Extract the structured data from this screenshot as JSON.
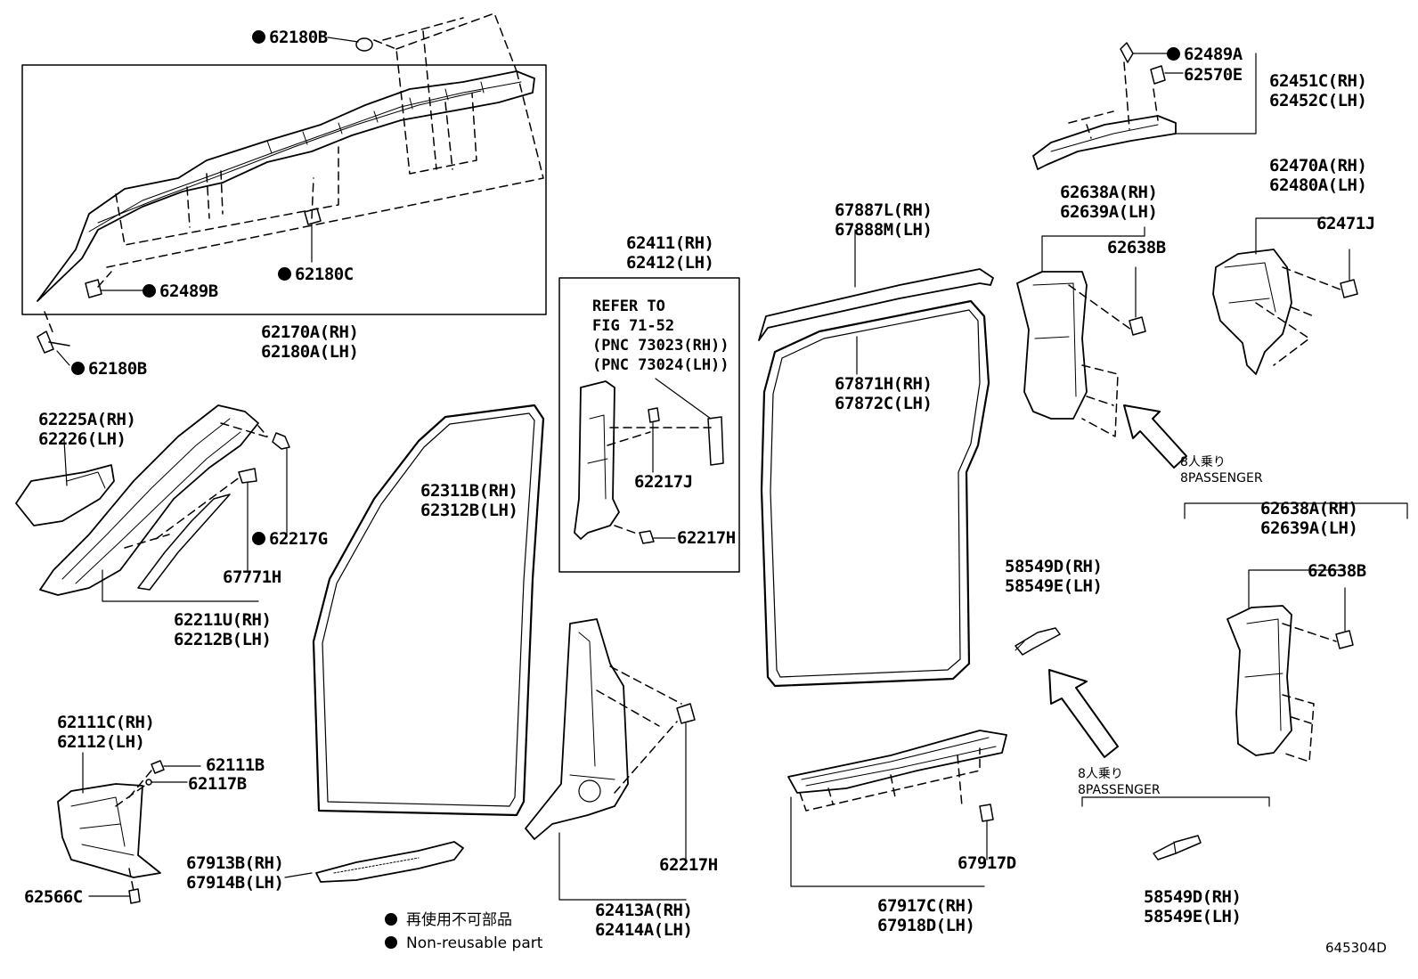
{
  "labels": {
    "p62180b_top": "62180B",
    "p62489b": "62489B",
    "p62180c": "62180C",
    "p62170": [
      "62170A(RH)",
      "62180A(LH)"
    ],
    "p62180b_bottom": "62180B",
    "p62225": [
      "62225A(RH)",
      "62226(LH)"
    ],
    "p62217g": "62217G",
    "p67771h": "67771H",
    "p62211": [
      "62211U(RH)",
      "62212B(LH)"
    ],
    "p62111c": [
      "62111C(RH)",
      "62112(LH)"
    ],
    "p62111b": "62111B",
    "p62117b": "62117B",
    "p62566c": "62566C",
    "p67913": [
      "67913B(RH)",
      "67914B(LH)"
    ],
    "p62311": [
      "62311B(RH)",
      "62312B(LH)"
    ],
    "p62411": [
      "62411(RH)",
      "62412(LH)"
    ],
    "refer": [
      "REFER TO",
      "FIG 71-52",
      "(PNC 73023(RH))",
      "(PNC 73024(LH))"
    ],
    "p62217j": "62217J",
    "p62217h_top": "62217H",
    "p62217h_bottom": "62217H",
    "p62413": [
      "62413A(RH)",
      "62414A(LH)"
    ],
    "p67887": [
      "67887L(RH)",
      "67888M(LH)"
    ],
    "p67871": [
      "67871H(RH)",
      "67872C(LH)"
    ],
    "p67917d": "67917D",
    "p67917c": [
      "67917C(RH)",
      "67918D(LH)"
    ],
    "p58549_top": [
      "58549D(RH)",
      "58549E(LH)"
    ],
    "p58549_bottom": [
      "58549D(RH)",
      "58549E(LH)"
    ],
    "p62489a": "62489A",
    "p62570e": "62570E",
    "p62451": [
      "62451C(RH)",
      "62452C(LH)"
    ],
    "p62638a_top": [
      "62638A(RH)",
      "62639A(LH)"
    ],
    "p62638b_top": "62638B",
    "p62470": [
      "62470A(RH)",
      "62480A(LH)"
    ],
    "p62471j": "62471J",
    "p62638a_bottom": [
      "62638A(RH)",
      "62639A(LH)"
    ],
    "p62638b_bottom": "62638B"
  },
  "passenger_notes": {
    "upper": [
      "8人乗り",
      "8PASSENGER"
    ],
    "lower": [
      "8人乗り",
      "8PASSENGER"
    ]
  },
  "legend": {
    "jp": "再使用不可部品",
    "en": "Non-reusable part"
  },
  "figure_id": "645304D"
}
